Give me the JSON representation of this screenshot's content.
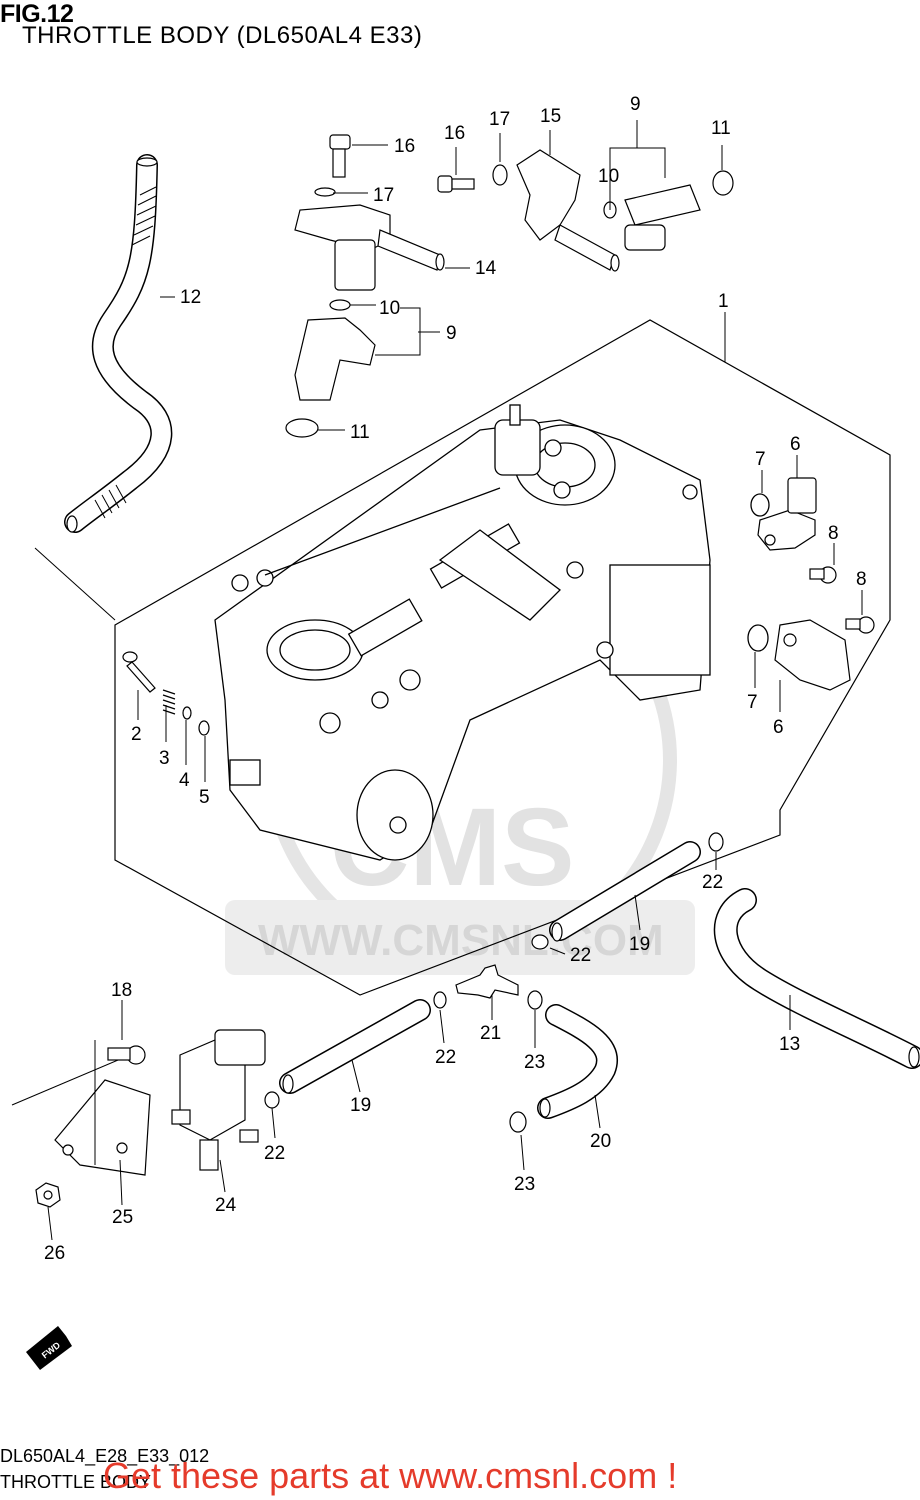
{
  "header": {
    "figure_number": "FIG.12",
    "title": "THROTTLE BODY (DL650AL4 E33)"
  },
  "footer": {
    "code": "DL650AL4_E28_E33_012",
    "name": "THROTTLE BODY",
    "promo": "Get these parts at www.cmsnl.com !"
  },
  "watermark": {
    "logo": "CMS",
    "url": "WWW.CMSNL.COM"
  },
  "fwd_badge": "FWD",
  "colors": {
    "promo_text": "#e53b2b",
    "watermark": "#e2e2e2",
    "line_art": "#000000"
  },
  "callouts": {
    "c1": "1",
    "c2": "2",
    "c3": "3",
    "c4": "4",
    "c5": "5",
    "c6a": "6",
    "c6b": "6",
    "c7a": "7",
    "c7b": "7",
    "c8a": "8",
    "c8b": "8",
    "c9a": "9",
    "c9b": "9",
    "c10a": "10",
    "c10b": "10",
    "c11a": "11",
    "c11b": "11",
    "c12": "12",
    "c13": "13",
    "c14": "14",
    "c15": "15",
    "c16a": "16",
    "c16b": "16",
    "c17a": "17",
    "c17b": "17",
    "c18": "18",
    "c19a": "19",
    "c19b": "19",
    "c20": "20",
    "c21": "21",
    "c22a": "22",
    "c22b": "22",
    "c22c": "22",
    "c22d": "22",
    "c23a": "23",
    "c23b": "23",
    "c24": "24",
    "c25": "25",
    "c26": "26"
  }
}
